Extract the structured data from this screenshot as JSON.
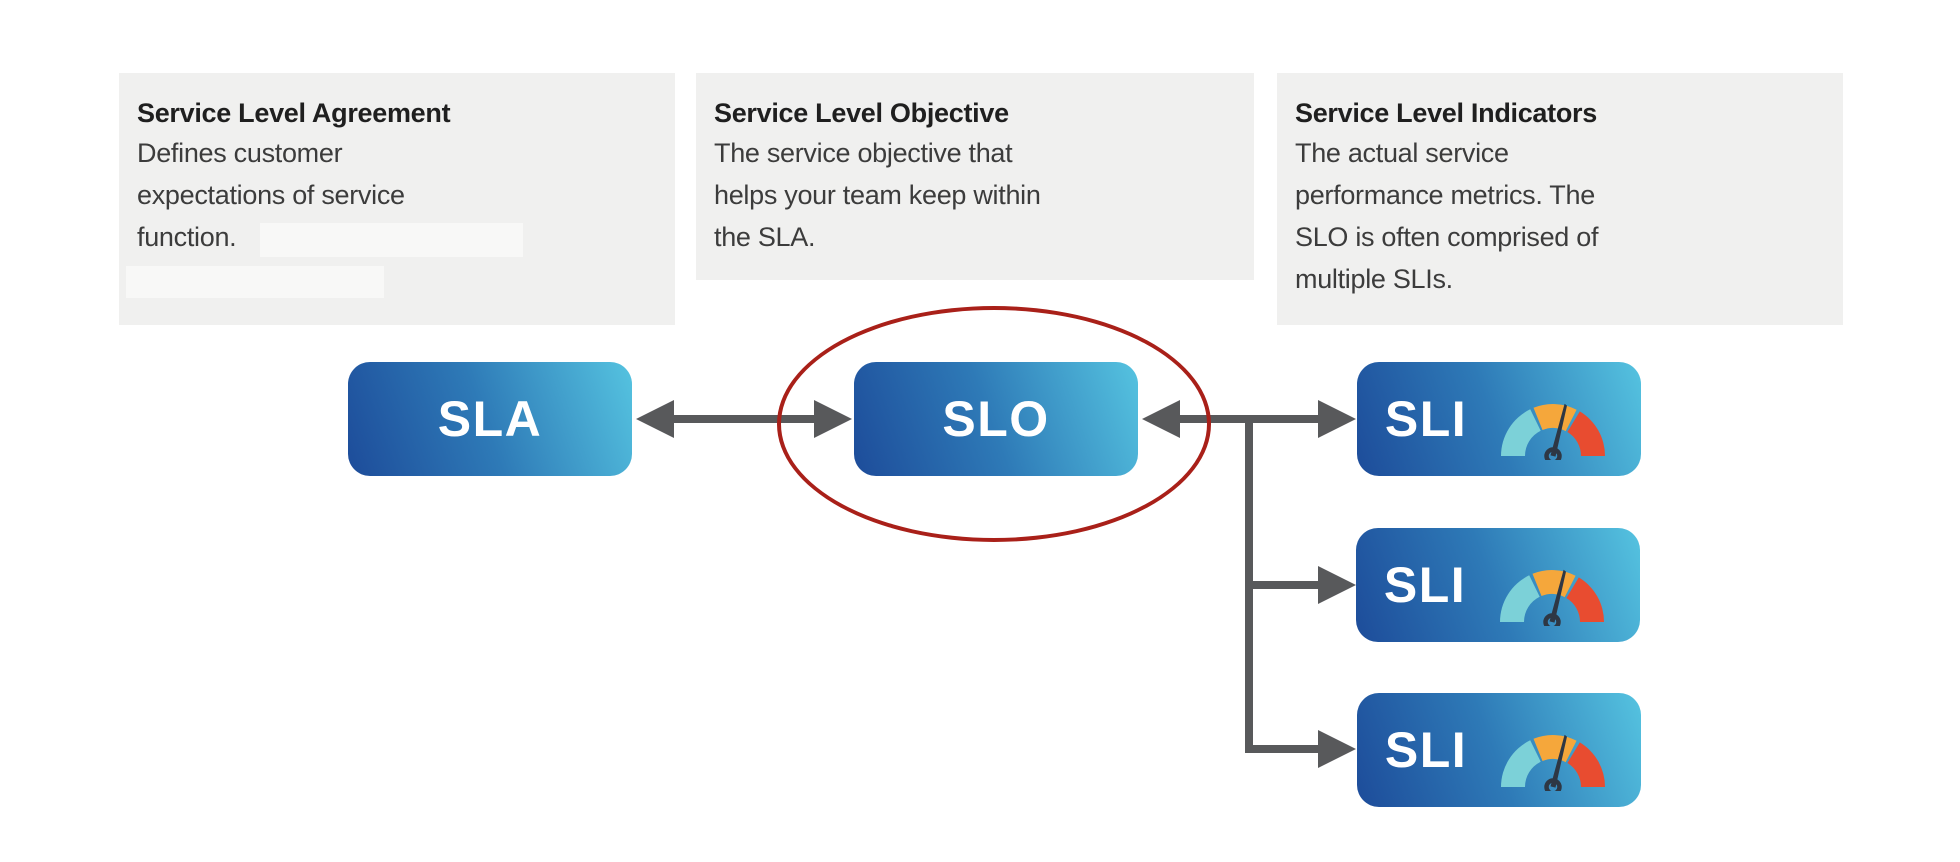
{
  "diagram": {
    "cards": [
      {
        "title": "Service Level Agreement",
        "lines": [
          "Defines customer",
          "expectations of service",
          "function."
        ]
      },
      {
        "title": "Service Level Objective",
        "lines": [
          "The service objective that",
          "helps your team keep within",
          "the SLA."
        ]
      },
      {
        "title": "Service Level Indicators",
        "lines": [
          "The actual service",
          "performance metrics. The",
          "SLO is often comprised of",
          "multiple SLIs."
        ]
      }
    ],
    "nodes": {
      "sla": {
        "label": "SLA"
      },
      "slo": {
        "label": "SLO"
      },
      "sli": {
        "label": "SLI",
        "count": 3
      }
    },
    "annotations": {
      "highlight": "red ellipse around SLO node"
    },
    "colors": {
      "card_bg": "#f0f0ef",
      "node_gradient_start": "#1d4c9a",
      "node_gradient_end": "#55c3e0",
      "node_text": "#ffffff",
      "arrow": "#58595b",
      "highlight_ellipse": "#a92019",
      "gauge_teal": "#7cd1d8",
      "gauge_orange": "#f5a73b",
      "gauge_red": "#e84c30",
      "gauge_needle": "#2e3744"
    }
  }
}
